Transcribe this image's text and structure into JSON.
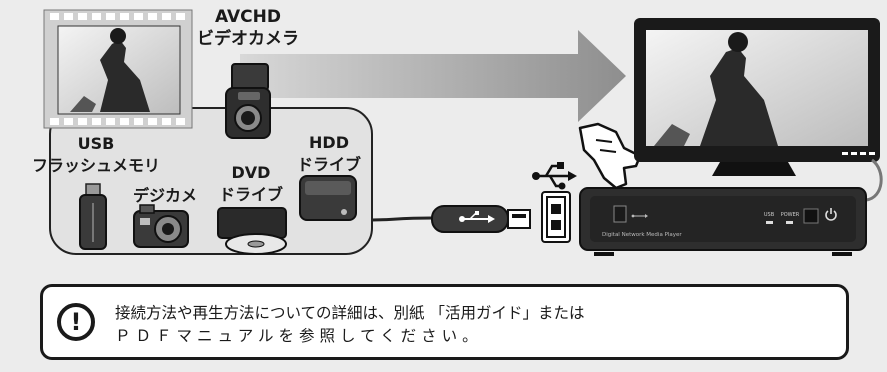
{
  "labels": {
    "avchd": "AVCHD\nビデオカメラ",
    "usb": "USB\nフラッシュメモリ",
    "digicam": "デジカメ",
    "dvd": "DVD\nドライブ",
    "hdd": "HDD\nドライブ"
  },
  "device": {
    "brand_text": "Digital Network Media Player",
    "led_usb": "USB",
    "led_power": "POWER"
  },
  "note": {
    "icon": "!",
    "line1": "接続方法や再生方法についての詳細は、別紙 「活用ガイド」または",
    "line2": "ＰＤＦマニュアルを参照してください。"
  },
  "icons": [
    "exclamation-icon",
    "usb-icon",
    "pointing-hand-icon",
    "power-icon",
    "disc-icon"
  ]
}
